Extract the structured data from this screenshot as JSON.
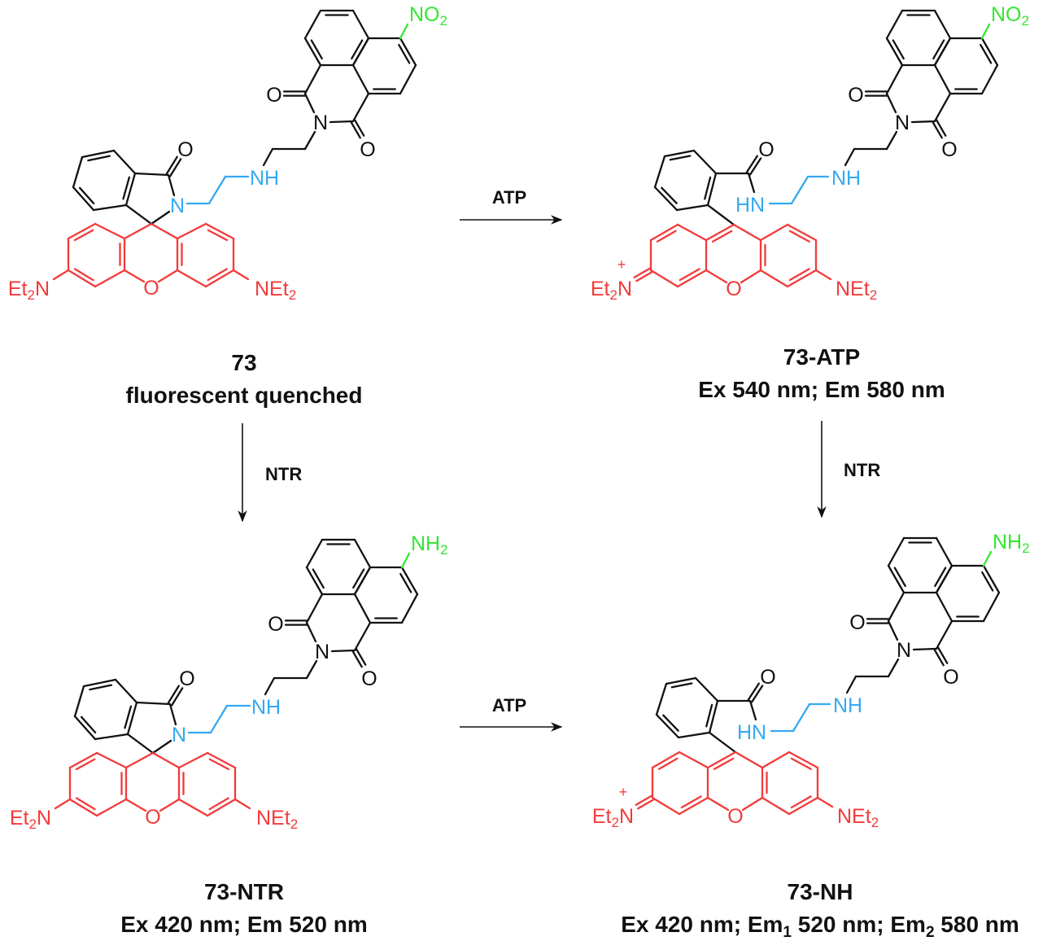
{
  "atom_labels": {
    "nitro": [
      "NO",
      "2"
    ],
    "amino": [
      "NH",
      "2"
    ],
    "oxygen": [
      "O"
    ],
    "nitrogen": [
      "N"
    ],
    "amine_nh": [
      "NH"
    ],
    "amide_hn": [
      "HN"
    ],
    "diethylamino_left": [
      "Et",
      "2",
      "N"
    ],
    "diethylamino_right": [
      "NEt",
      "2"
    ],
    "charge": "+"
  },
  "colors": {
    "black": "#111111",
    "xanthene_red": "#f23a3a",
    "linker_blue": "#35a9f2",
    "nitro_green": "#33e633"
  },
  "arrows": [
    {
      "label": "ATP"
    },
    {
      "label": "NTR"
    },
    {
      "label": "NTR"
    },
    {
      "label": "ATP"
    }
  ],
  "compounds": [
    {
      "name": "73",
      "description": [
        "fluorescent quenched"
      ]
    },
    {
      "name": "73-ATP",
      "description": [
        "Ex 540 nm; Em 580 nm"
      ]
    },
    {
      "name": "73-NTR",
      "description": [
        "Ex 420 nm; Em 520 nm"
      ]
    },
    {
      "name": "73-NH",
      "description": [
        "Ex 420 nm; Em",
        "1",
        " 520 nm; Em",
        "2",
        " 580 nm"
      ]
    }
  ]
}
